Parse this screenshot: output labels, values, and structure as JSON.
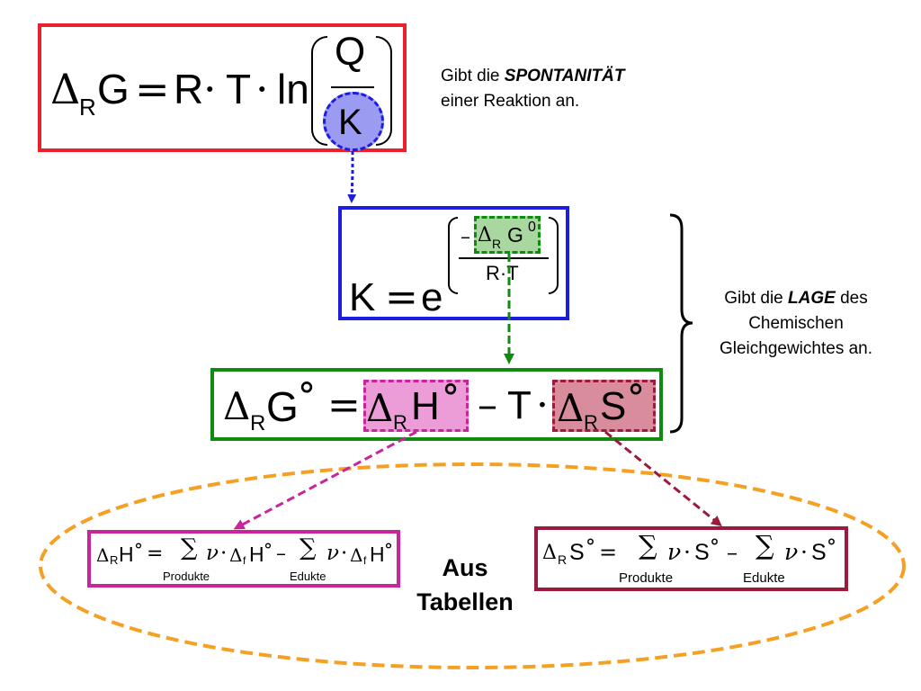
{
  "colors": {
    "red_box": "#e8212a",
    "blue_box": "#1d1de0",
    "blue_circle_fill": "#9b9bf2",
    "green_box": "#118a11",
    "green_fill": "#a8d8a0",
    "magenta_box": "#c8259c",
    "magenta_fill": "#ec9cd6",
    "darkred_box": "#9c1a3c",
    "darkred_fill": "#d88c9c",
    "orange_ellipse": "#f5a023"
  },
  "eq1": {
    "delta": "Δ",
    "sub": "R",
    "G": "G",
    "eq": "=",
    "R": "R",
    "dot1": "·",
    "T": "T",
    "dot2": "·",
    "ln": "ln",
    "num": "Q",
    "den": "K"
  },
  "eq2": {
    "K": "K",
    "eq": "=",
    "e": "e",
    "minus": "–",
    "delta": "Δ",
    "sub": "R",
    "G": "G",
    "sup": "0",
    "den": "R·T"
  },
  "eq3": {
    "delta": "Δ",
    "sub": "R",
    "G": "G",
    "deg": "°",
    "eq": "=",
    "H_delta": "Δ",
    "H_sub": "R",
    "H": "H",
    "H_deg": "°",
    "minus": "–",
    "T": "T",
    "dot": "·",
    "S_delta": "Δ",
    "S_sub": "R",
    "S": "S",
    "S_deg": "°"
  },
  "eqH": {
    "delta": "Δ",
    "sub": "R",
    "H": "H",
    "deg": "°",
    "eq": "=",
    "sum1": "∑",
    "nu1": "ν",
    "dot1": "·",
    "d1": "Δ",
    "f1": "f",
    "H1": "H",
    "deg1": "°",
    "minus": "–",
    "sum2": "∑",
    "nu2": "ν",
    "dot2": "·",
    "d2": "Δ",
    "f2": "f",
    "H2": "H",
    "deg2": "°",
    "lim1": "Produkte",
    "lim2": "Edukte"
  },
  "eqS": {
    "delta": "Δ",
    "sub": "R",
    "S": "S",
    "deg": "°",
    "eq": "=",
    "sum1": "∑",
    "nu1": "ν",
    "dot1": "·",
    "S1": "S",
    "deg1": "°",
    "minus": "–",
    "sum2": "∑",
    "nu2": "ν",
    "dot2": "·",
    "S2": "S",
    "deg2": "°",
    "lim1": "Produkte",
    "lim2": "Edukte"
  },
  "notes": {
    "spont_a": "Gibt die ",
    "spont_b": "SPONTANITÄT",
    "spont_c": "einer Reaktion an.",
    "lage_a": "Gibt die ",
    "lage_b": "LAGE",
    "lage_c": " des",
    "lage_d": "Chemischen",
    "lage_e": "Gleichgewichtes an."
  },
  "tables": {
    "line1": "Aus",
    "line2": "Tabellen"
  }
}
